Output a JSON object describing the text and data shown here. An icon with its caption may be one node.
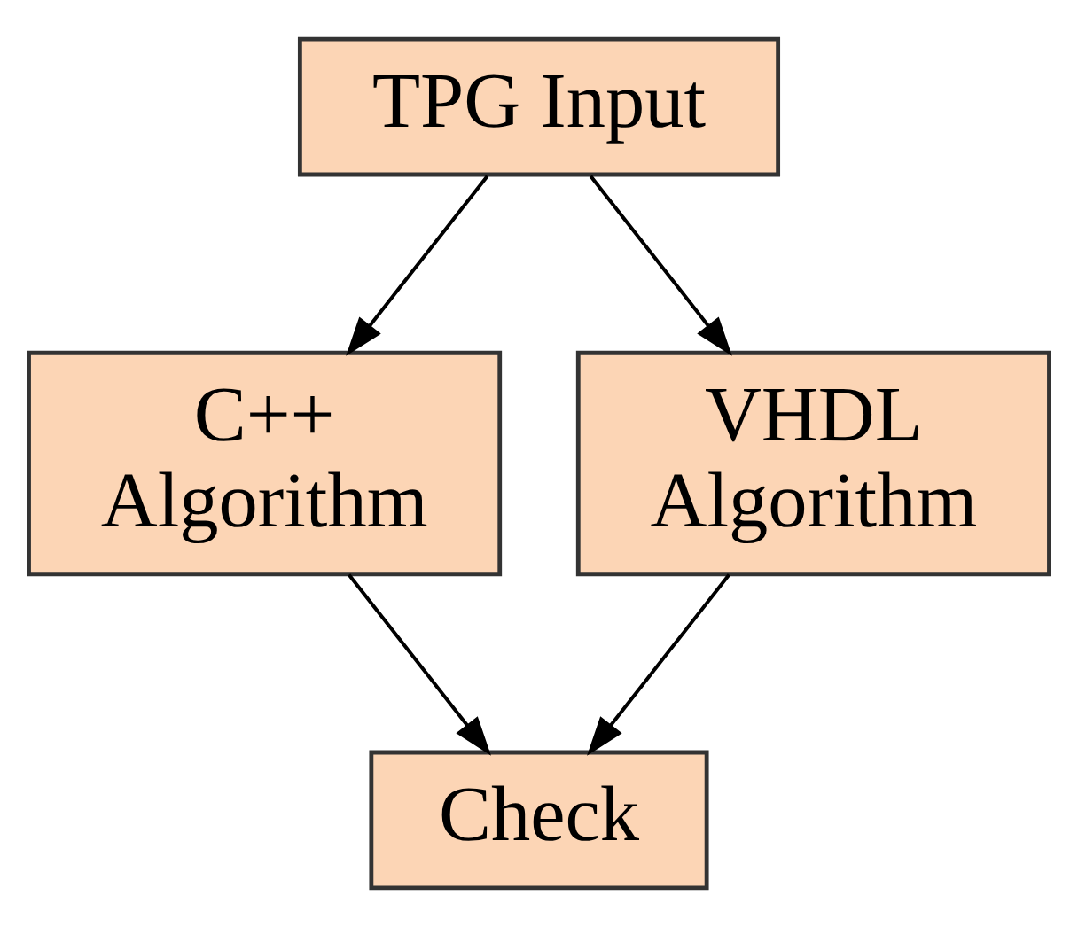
{
  "diagram": {
    "nodes": [
      {
        "text": [
          "TPG Input"
        ]
      },
      {
        "text": [
          "C++ Algorithm"
        ]
      },
      {
        "text": [
          "VHDL Algorithm"
        ]
      },
      {
        "text": [
          "Check"
        ]
      }
    ],
    "edges": [
      {
        "from": 0,
        "to": 1,
        "arrow": "to"
      },
      {
        "from": 0,
        "to": 2,
        "arrow": "to"
      },
      {
        "from": 1,
        "to": 3,
        "arrow": "to"
      },
      {
        "from": 2,
        "to": 3,
        "arrow": "to"
      }
    ]
  }
}
